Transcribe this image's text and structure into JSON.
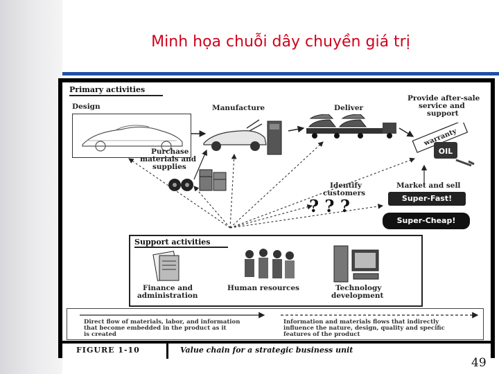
{
  "slide": {
    "title": "Minh họa chuỗi dây chuyền giá trị",
    "page_number": "49"
  },
  "figure": {
    "primary_header": "Primary activities",
    "activities": {
      "design": "Design",
      "manufacture": "Manufacture",
      "deliver": "Deliver",
      "after_sale_1": "Provide after-sale",
      "after_sale_2": "service and",
      "after_sale_3": "support",
      "purchase_1": "Purchase",
      "purchase_2": "materials and",
      "purchase_3": "supplies",
      "identify_1": "Identify",
      "identify_2": "customers",
      "market": "Market and sell"
    },
    "signs": {
      "super_fast": "Super-Fast!",
      "super_cheap": "Super-Cheap!",
      "warranty": "warranty",
      "oil": "OIL",
      "question_marks": "? ? ?"
    },
    "support_header": "Support activities",
    "support": {
      "finance_1": "Finance and",
      "finance_2": "administration",
      "hr": "Human resources",
      "tech_1": "Technology",
      "tech_2": "development"
    },
    "legend": {
      "direct_1": "Direct flow of materials, labor, and information",
      "direct_2": "that become embedded in the product as it",
      "direct_3": "is created",
      "indirect_1": "Information and materials flows that indirectly",
      "indirect_2": "influence the nature, design, quality and specific",
      "indirect_3": "features of the product"
    },
    "caption_number": "FIGURE 1-10",
    "caption_text": "Value chain for a strategic business unit"
  },
  "colors": {
    "title": "#d0021b",
    "rule": "#1f4fa8"
  }
}
